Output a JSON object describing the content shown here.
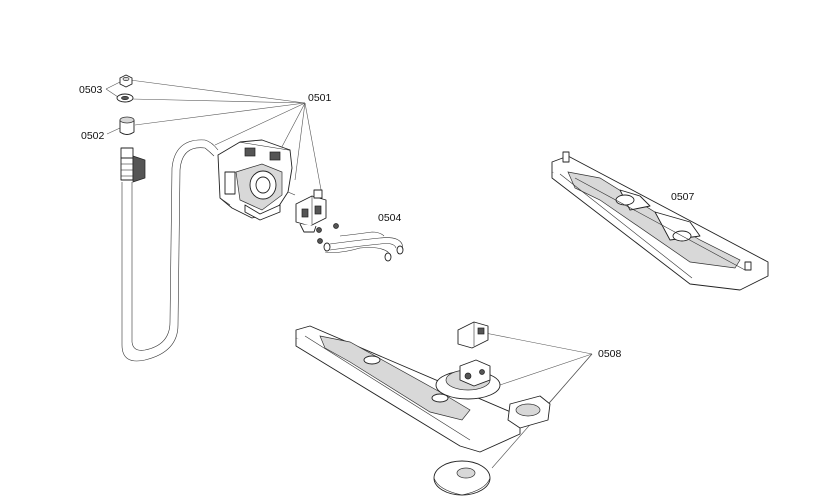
{
  "labels": {
    "p0501": "0501",
    "p0502": "0502",
    "p0503": "0503",
    "p0504": "0504",
    "p0507": "0507",
    "p0508": "0508"
  }
}
